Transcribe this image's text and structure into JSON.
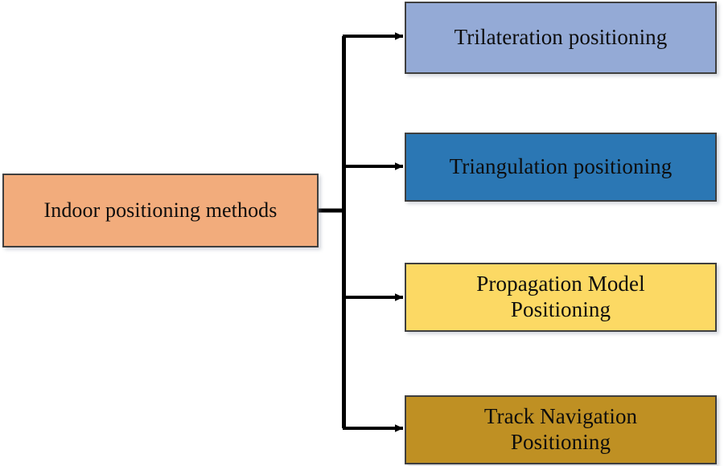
{
  "diagram": {
    "type": "tree-hierarchy",
    "orientation": "left-to-right",
    "background_color": "#ffffff",
    "connector_color": "#000000",
    "border_color": "#3f3f3f",
    "text_color": "#0d0d0d"
  },
  "root": {
    "label": "Indoor positioning methods",
    "fill_color": "#F2AC7C"
  },
  "children": [
    {
      "label": "Trilateration positioning",
      "fill_color": "#94AAD6"
    },
    {
      "label": "Triangulation positioning",
      "fill_color": "#2B77B4"
    },
    {
      "label": "Propagation Model\nPositioning",
      "fill_color": "#FCD964"
    },
    {
      "label": "Track Navigation\nPositioning",
      "fill_color": "#BF9023"
    }
  ]
}
